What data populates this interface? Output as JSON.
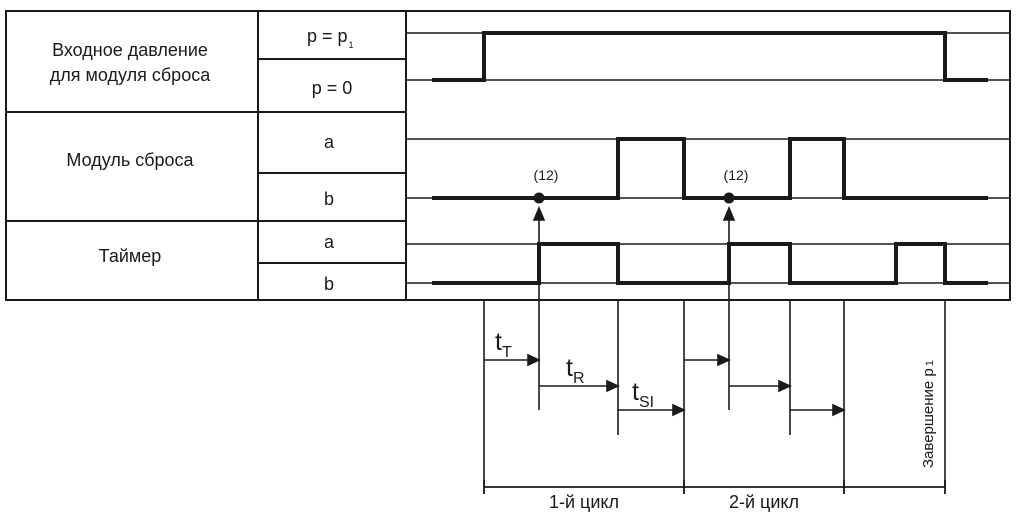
{
  "rows": {
    "input_pressure": {
      "label_line1": "Входное давление",
      "label_line2": "для модуля сброса",
      "state_high": "p = p",
      "state_high_sub": "1",
      "state_low": "p = 0"
    },
    "reset_module": {
      "label": "Модуль сброса",
      "state_a": "a",
      "state_b": "b"
    },
    "timer": {
      "label": "Таймер",
      "state_a": "a",
      "state_b": "b"
    }
  },
  "annotations": {
    "marker_1": "(12)",
    "marker_2": "(12)"
  },
  "time_labels": {
    "t_T": {
      "main": "t",
      "sub": "T"
    },
    "t_R": {
      "main": "t",
      "sub": "R"
    },
    "t_SI": {
      "main": "t",
      "sub": "SI"
    }
  },
  "cycles": {
    "cycle_1": "1-й цикл",
    "cycle_2": "2-й цикл"
  },
  "end_label": "Завершение p",
  "end_label_sub": "1"
}
